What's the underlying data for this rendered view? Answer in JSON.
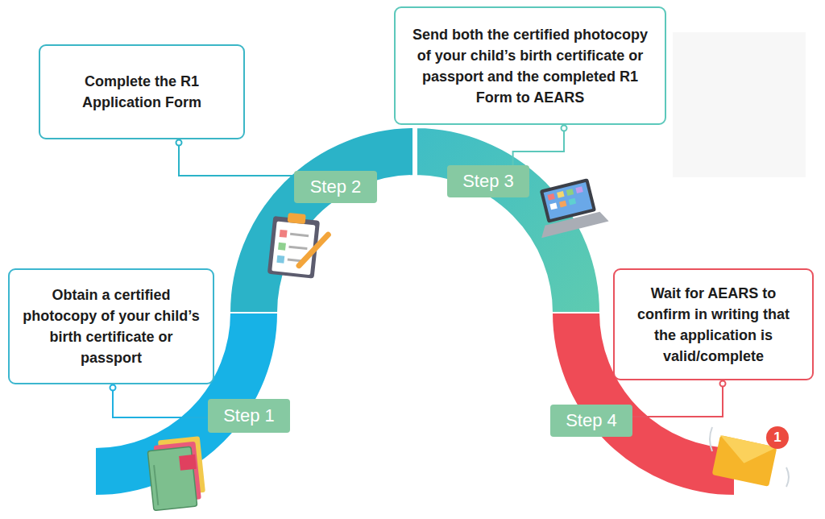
{
  "diagram": {
    "nodes": [
      {
        "text": [
          "Obtain a certified photocopy of your child’s birth certificate or passport"
        ]
      },
      {
        "text": [
          "Step 1"
        ]
      },
      {
        "text": [
          "Complete the R1 Application Form"
        ]
      },
      {
        "text": [
          "Step 2"
        ]
      },
      {
        "text": [
          "Send both the certified photocopy of your child’s birth certificate or passport and the completed R1 Form to AEARS"
        ]
      },
      {
        "text": [
          "Step 3"
        ]
      },
      {
        "text": [
          "Wait for AEARS to confirm in writing that the application is valid/complete"
        ]
      },
      {
        "text": [
          "Step 4"
        ]
      }
    ],
    "edges": [
      {
        "from": 0,
        "to": 1,
        "arrow": "none"
      },
      {
        "from": 2,
        "to": 3,
        "arrow": "none"
      },
      {
        "from": 4,
        "to": 5,
        "arrow": "none"
      },
      {
        "from": 6,
        "to": 7,
        "arrow": "none"
      }
    ],
    "labels": [
      "1"
    ]
  }
}
